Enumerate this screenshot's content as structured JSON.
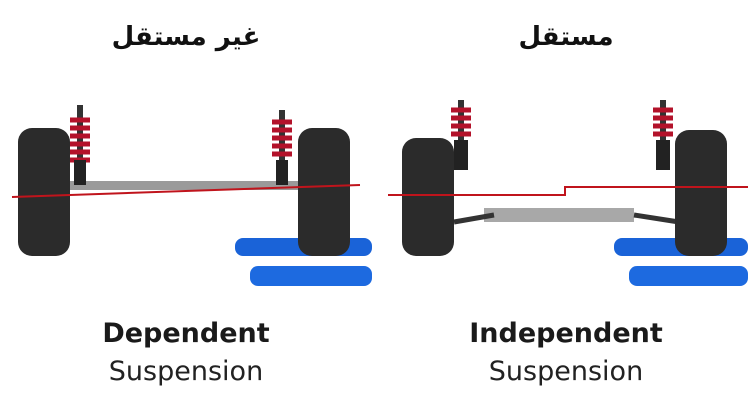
{
  "left": {
    "arabic_title": "غير مستقل",
    "title": "Dependent",
    "subtitle": "Suspension"
  },
  "right": {
    "arabic_title": "مستقل",
    "title": "Independent",
    "subtitle": "Suspension"
  },
  "colors": {
    "tire": "#2b2b2b",
    "spring": "#b3122a",
    "reference_line": "#c0141c",
    "pad": "#1a63d8",
    "axle": "#9a9a9a"
  }
}
